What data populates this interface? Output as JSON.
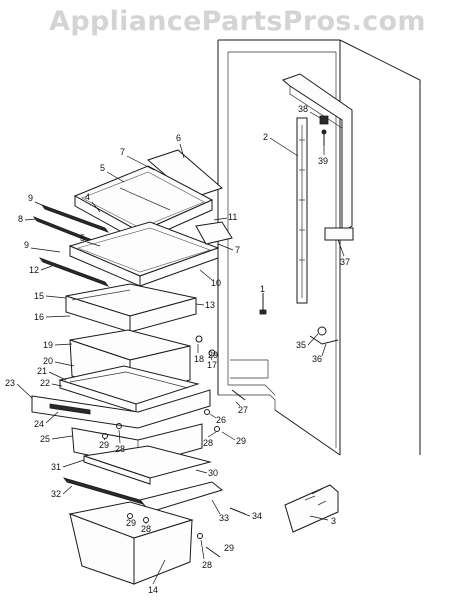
{
  "watermark": "AppliancePartsPros.com",
  "callouts": [
    "1",
    "2",
    "3",
    "4",
    "5",
    "5",
    "6",
    "7",
    "7",
    "8",
    "9",
    "9",
    "10",
    "11",
    "12",
    "13",
    "14",
    "15",
    "16",
    "17",
    "18",
    "19",
    "20",
    "21",
    "22",
    "23",
    "24",
    "25",
    "26",
    "27",
    "28",
    "28",
    "28",
    "28",
    "29",
    "29",
    "29",
    "29",
    "29",
    "30",
    "31",
    "32",
    "33",
    "34",
    "35",
    "36",
    "37",
    "38",
    "39"
  ]
}
